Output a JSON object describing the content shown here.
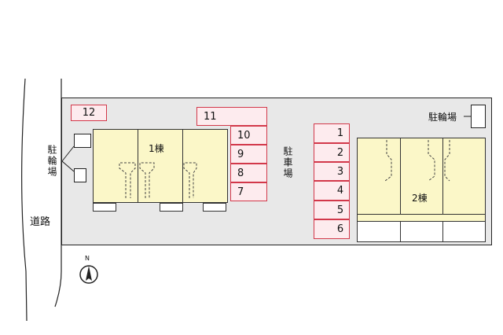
{
  "building1": {
    "label": "1棟"
  },
  "building2": {
    "label": "2棟"
  },
  "parking": {
    "label": "駐車場",
    "left_stalls": [
      "12",
      "11",
      "10",
      "9",
      "8",
      "7"
    ],
    "right_stalls": [
      "1",
      "2",
      "3",
      "4",
      "5",
      "6"
    ]
  },
  "bicycle_left": {
    "label": "駐輪場"
  },
  "bicycle_right": {
    "label": "駐輪場"
  },
  "road": {
    "label": "道路"
  },
  "compass": {
    "label": "N"
  },
  "colors": {
    "building": "#fbf7c8",
    "lot": "#e8e8e8",
    "stall_fill": "#fdebee",
    "stall_border": "#d2384a"
  }
}
